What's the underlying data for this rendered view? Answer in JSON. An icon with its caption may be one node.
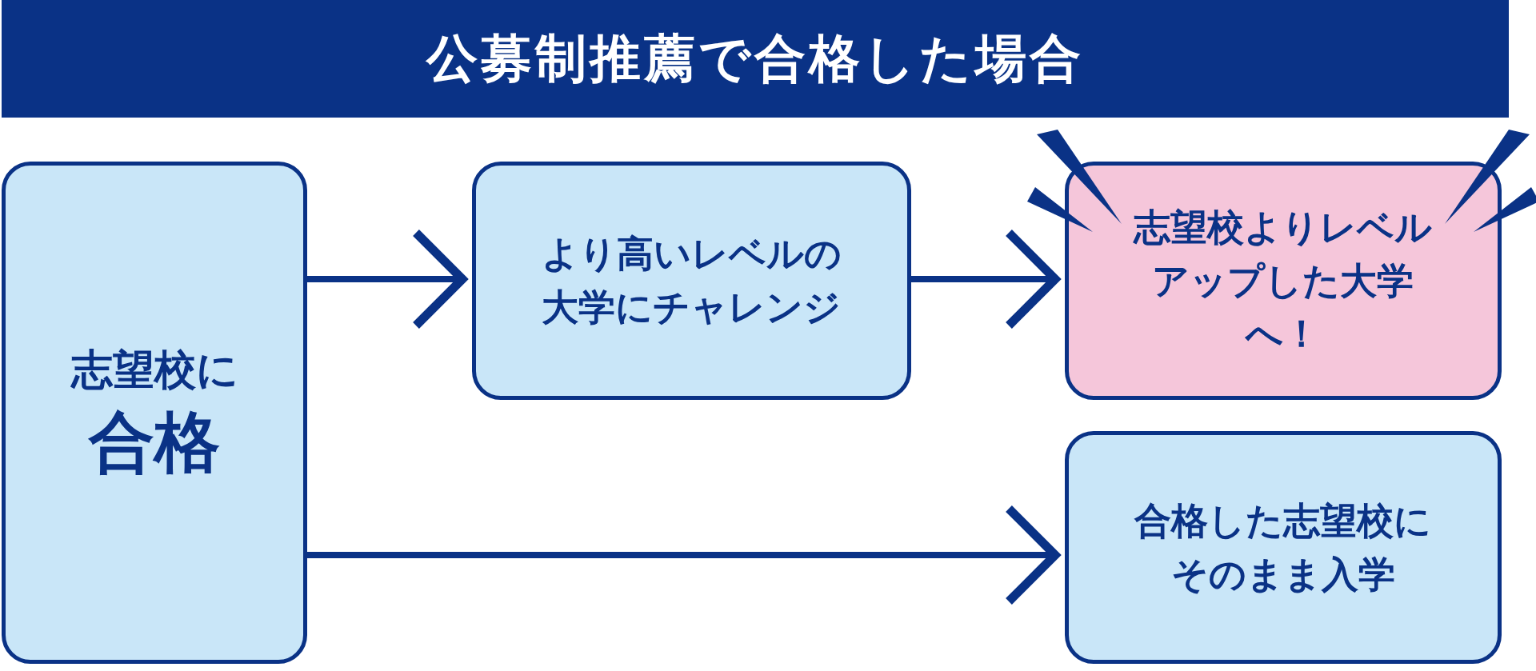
{
  "diagram": {
    "title": "公募制推薦で合格した場合",
    "nodes": [
      {
        "text": [
          "志望校に",
          "合格"
        ]
      },
      {
        "text": [
          "より高いレベルの大学にチャレンジ"
        ]
      },
      {
        "text": [
          "志望校よりレベルアップした大学へ！"
        ]
      },
      {
        "text": [
          "合格した志望校にそのまま入学"
        ]
      }
    ],
    "edges": [
      {
        "from": 0,
        "to": 1,
        "arrow": "to"
      },
      {
        "from": 1,
        "to": 2,
        "arrow": "to"
      },
      {
        "from": 0,
        "to": 3,
        "arrow": "to"
      }
    ]
  }
}
